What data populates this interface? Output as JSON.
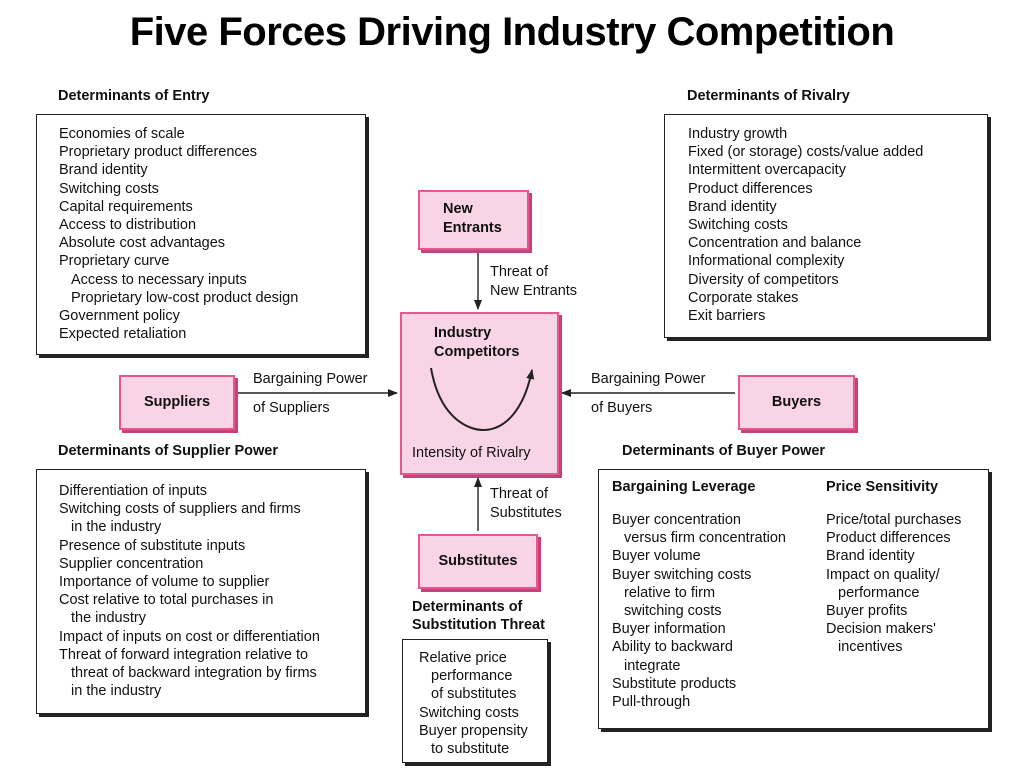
{
  "title": "Five Forces Driving Industry Competition",
  "entry": {
    "header": "Determinants of Entry",
    "items": [
      {
        "text": "Economies of scale",
        "indent": false
      },
      {
        "text": "Proprietary product differences",
        "indent": false
      },
      {
        "text": "Brand identity",
        "indent": false
      },
      {
        "text": "Switching costs",
        "indent": false
      },
      {
        "text": "Capital requirements",
        "indent": false
      },
      {
        "text": "Access to distribution",
        "indent": false
      },
      {
        "text": "Absolute cost advantages",
        "indent": false
      },
      {
        "text": "Proprietary curve",
        "indent": false
      },
      {
        "text": "Access to necessary inputs",
        "indent": true
      },
      {
        "text": "Proprietary low-cost product design",
        "indent": true
      },
      {
        "text": "Government policy",
        "indent": false
      },
      {
        "text": "Expected retaliation",
        "indent": false
      }
    ]
  },
  "rivalry": {
    "header": "Determinants of Rivalry",
    "items": [
      {
        "text": "Industry growth",
        "indent": false
      },
      {
        "text": "Fixed (or storage) costs/value added",
        "indent": false
      },
      {
        "text": "Intermittent overcapacity",
        "indent": false
      },
      {
        "text": "Product differences",
        "indent": false
      },
      {
        "text": "Brand identity",
        "indent": false
      },
      {
        "text": "Switching costs",
        "indent": false
      },
      {
        "text": "Concentration and balance",
        "indent": false
      },
      {
        "text": "Informational complexity",
        "indent": false
      },
      {
        "text": "Diversity of competitors",
        "indent": false
      },
      {
        "text": "Corporate stakes",
        "indent": false
      },
      {
        "text": "Exit barriers",
        "indent": false
      }
    ]
  },
  "supplier_power": {
    "header": "Determinants of Supplier Power",
    "items": [
      {
        "text": "Differentiation of inputs",
        "indent": false
      },
      {
        "text": "Switching costs of suppliers and firms",
        "indent": false
      },
      {
        "text": "in the industry",
        "indent": true
      },
      {
        "text": "Presence of substitute inputs",
        "indent": false
      },
      {
        "text": "Supplier concentration",
        "indent": false
      },
      {
        "text": "Importance of volume to supplier",
        "indent": false
      },
      {
        "text": "Cost relative to total purchases in",
        "indent": false
      },
      {
        "text": "the industry",
        "indent": true
      },
      {
        "text": "Impact of inputs on cost or differentiation",
        "indent": false
      },
      {
        "text": "Threat of forward integration relative to",
        "indent": false
      },
      {
        "text": "threat of backward integration by firms",
        "indent": true
      },
      {
        "text": "in the industry",
        "indent": true
      }
    ]
  },
  "substitution": {
    "header_line1": "Determinants of",
    "header_line2": "Substitution Threat",
    "items": [
      {
        "text": "Relative price",
        "indent": false
      },
      {
        "text": "performance",
        "indent": true
      },
      {
        "text": "of substitutes",
        "indent": true
      },
      {
        "text": "Switching costs",
        "indent": false
      },
      {
        "text": "Buyer propensity",
        "indent": false
      },
      {
        "text": "to substitute",
        "indent": true
      }
    ]
  },
  "buyer_power": {
    "header": "Determinants of Buyer Power",
    "leverage": {
      "header": "Bargaining Leverage",
      "items": [
        {
          "text": "Buyer concentration",
          "indent": false
        },
        {
          "text": "versus firm concentration",
          "indent": true
        },
        {
          "text": "Buyer volume",
          "indent": false
        },
        {
          "text": "Buyer switching costs",
          "indent": false
        },
        {
          "text": "relative to firm",
          "indent": true
        },
        {
          "text": "switching costs",
          "indent": true
        },
        {
          "text": "Buyer information",
          "indent": false
        },
        {
          "text": "Ability to backward",
          "indent": false
        },
        {
          "text": "integrate",
          "indent": true
        },
        {
          "text": "Substitute products",
          "indent": false
        },
        {
          "text": "Pull-through",
          "indent": false
        }
      ]
    },
    "sensitivity": {
      "header": "Price Sensitivity",
      "items": [
        {
          "text": "Price/total purchases",
          "indent": false
        },
        {
          "text": "Product differences",
          "indent": false
        },
        {
          "text": "Brand identity",
          "indent": false
        },
        {
          "text": "Impact on quality/",
          "indent": false
        },
        {
          "text": "performance",
          "indent": true
        },
        {
          "text": "Buyer profits",
          "indent": false
        },
        {
          "text": "Decision makers'",
          "indent": false
        },
        {
          "text": "incentives",
          "indent": true
        }
      ]
    }
  },
  "forces": {
    "new_entrants_line1": "New",
    "new_entrants_line2": "Entrants",
    "competitors_line1": "Industry",
    "competitors_line2": "Competitors",
    "rivalry_label": "Intensity of Rivalry",
    "suppliers": "Suppliers",
    "buyers": "Buyers",
    "substitutes": "Substitutes"
  },
  "arrows": {
    "threat_entrants_line1": "Threat of",
    "threat_entrants_line2": "New Entrants",
    "supplier_power_line1": "Bargaining Power",
    "supplier_power_line2": "of Suppliers",
    "buyer_power_line1": "Bargaining Power",
    "buyer_power_line2": "of Buyers",
    "threat_substitutes_line1": "Threat of",
    "threat_substitutes_line2": "Substitutes"
  },
  "colors": {
    "force_fill": "#f9d3e6",
    "force_border": "#e8558f"
  }
}
